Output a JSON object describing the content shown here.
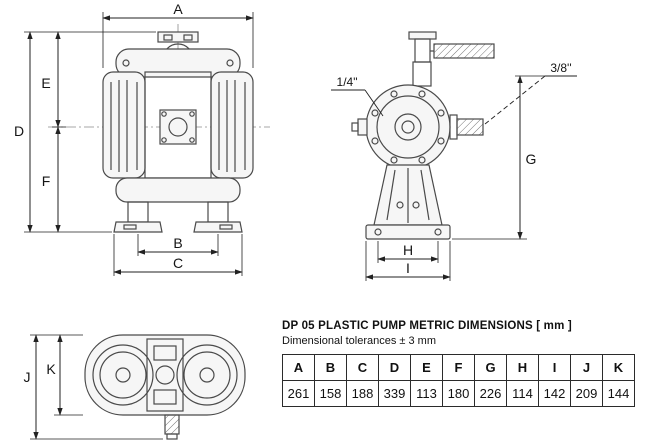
{
  "front_view": {
    "dim_a": "A",
    "dim_b": "B",
    "dim_c": "C",
    "dim_d": "D",
    "dim_e": "E",
    "dim_f": "F"
  },
  "side_view": {
    "port_left": "1/4\"",
    "port_right": "3/8''",
    "dim_g": "G",
    "dim_h": "H",
    "dim_i": "I"
  },
  "bottom_view": {
    "dim_j": "J",
    "dim_k": "K"
  },
  "table": {
    "title": "DP 05 PLASTIC PUMP METRIC DIMENSIONS [ mm ]",
    "subtitle": "Dimensional tolerances ± 3 mm",
    "headers": [
      "A",
      "B",
      "C",
      "D",
      "E",
      "F",
      "G",
      "H",
      "I",
      "J",
      "K"
    ],
    "values": [
      "261",
      "158",
      "188",
      "339",
      "113",
      "180",
      "226",
      "114",
      "142",
      "209",
      "144"
    ]
  },
  "colors": {
    "background": "#ffffff",
    "drawing_line": "#4a4a4a",
    "dimension_line": "#222222"
  }
}
